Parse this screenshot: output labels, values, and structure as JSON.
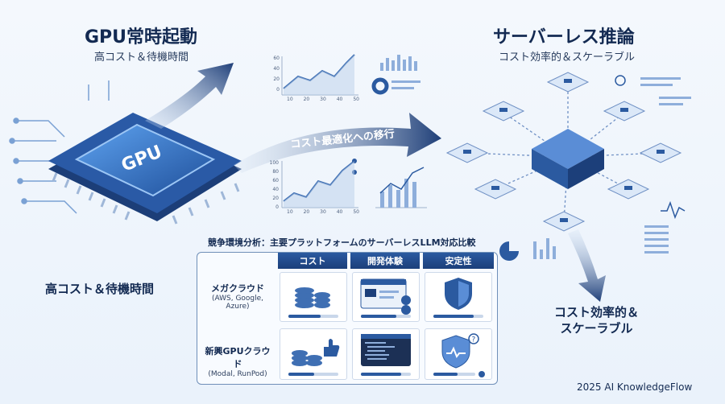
{
  "left": {
    "title": "GPU常時起動",
    "subtitle": "高コスト＆待機時間",
    "chip_label": "GPU",
    "middle_label": "高コスト＆待機時間"
  },
  "right": {
    "title": "サーバーレス推論",
    "subtitle": "コスト効率的＆スケーラブル",
    "bottom_label_line1": "コスト効率的＆",
    "bottom_label_line2": "スケーラブル"
  },
  "arrow_label": "コスト最適化への移行",
  "chart_top": {
    "y_ticks": [
      "60",
      "40",
      "20",
      "0"
    ],
    "x_ticks": [
      "10",
      "20",
      "30",
      "40",
      "50"
    ]
  },
  "chart_bottom": {
    "y_ticks": [
      "100",
      "80",
      "60",
      "40",
      "20",
      "0"
    ],
    "x_ticks": [
      "10",
      "20",
      "30",
      "40",
      "50"
    ]
  },
  "table": {
    "title": "競争環境分析：主要プラットフォームのサーバーレスLLM対応比較",
    "headers": [
      "コスト",
      "開発体験",
      "安定性"
    ],
    "rows": [
      {
        "name": "メガクラウド",
        "detail": "(AWS, Google, Azure)"
      },
      {
        "name": "新興GPUクラウド",
        "detail": "(Modal, RunPod)"
      }
    ]
  },
  "footer": "2025 AI KnowledgeFlow",
  "colors": {
    "navy": "#132a52",
    "blue": "#2b5aa0",
    "light": "#a9c3e6"
  }
}
